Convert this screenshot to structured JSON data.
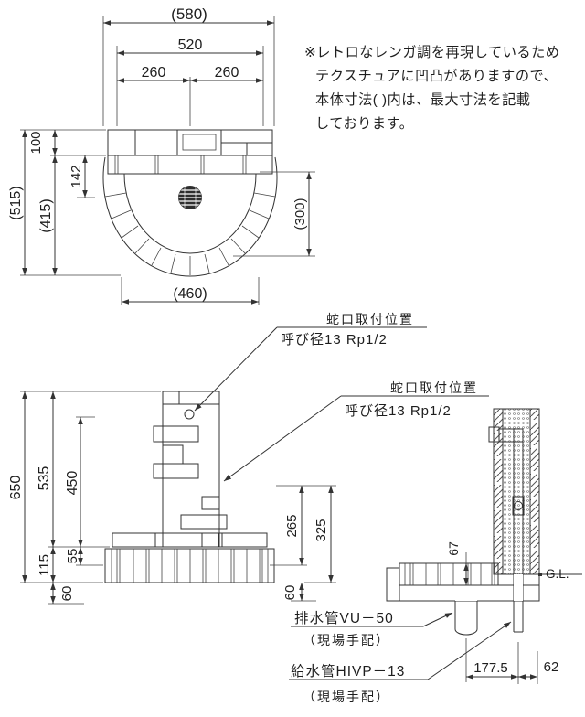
{
  "drawing": {
    "note": {
      "line1": "※レトロなレンガ調を再現しているため",
      "line2": "テクスチュアに凹凸がありますので、",
      "line3": "本体寸法( )内は、最大寸法を記載",
      "line4": "しております。"
    },
    "plan": {
      "overall_width": "(580)",
      "body_width": "520",
      "left_half": "260",
      "right_half": "260",
      "wall_depth": "100",
      "drain_offset": "142",
      "overall_depth": "(515)",
      "body_depth": "(415)",
      "basin_depth": "(300)",
      "basin_width": "(460)"
    },
    "front": {
      "total_height": "650",
      "column_height": "535",
      "faucet_height": "450",
      "base_height": "115",
      "base_above_ground": "55",
      "base_below_ground": "60"
    },
    "section": {
      "tap_height_upper": "265",
      "tap_height_lower": "325",
      "below_ground": "60",
      "basin_edge_height": "67",
      "pipe_spacing": "177.5",
      "pipe_offset": "62",
      "ground_level": "G.L."
    },
    "callouts": {
      "faucet_title": "蛇口取付位置",
      "faucet_spec": "呼び径13 Rp1/2",
      "drain_pipe": "排水管VU－50",
      "site_note": "（現場手配）",
      "supply_pipe": "給水管HIVP－13"
    }
  }
}
